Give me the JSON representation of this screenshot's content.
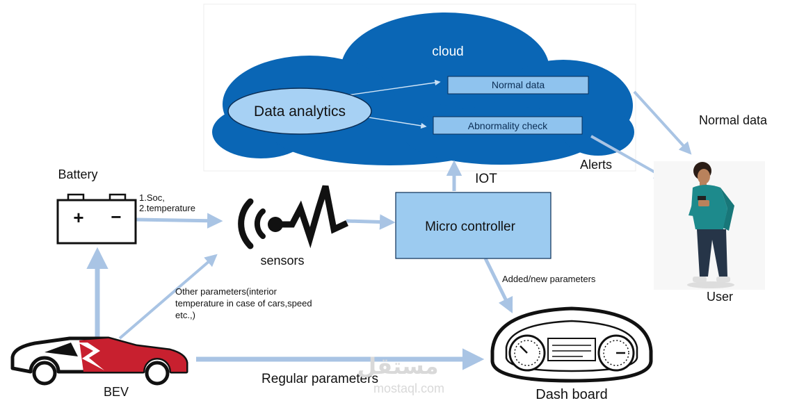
{
  "colors": {
    "cloud": "#0a66b5",
    "cloud_box": "#8fc3ee",
    "arrow": "#a9c4e4",
    "controller_box": "#9ccbf0",
    "car_red": "#c8202f",
    "ink": "#111111"
  },
  "cloud": {
    "title": "cloud",
    "analytics_label": "Data analytics",
    "normal_box": "Normal data",
    "abnormal_box": "Abnormality check"
  },
  "battery": {
    "title": "Battery",
    "plus": "+",
    "minus": "−",
    "params_line1": "1.Soc,",
    "params_line2": "2.temperature"
  },
  "sensors": {
    "label": "sensors"
  },
  "controller": {
    "label": "Micro controller"
  },
  "iot": {
    "label": "IOT"
  },
  "user": {
    "label": "User",
    "normal_data": "Normal data",
    "alerts": "Alerts"
  },
  "dashboard": {
    "label": "Dash board",
    "added_params": "Added/new parameters"
  },
  "bev": {
    "label": "BEV",
    "other_line1": "Other parameters(interior",
    "other_line2": "temperature in case of cars,speed",
    "other_line3": "etc.,)",
    "regular": "Regular parameters"
  },
  "watermark": {
    "arabic": "مستقل",
    "latin": "mostaql.com"
  }
}
